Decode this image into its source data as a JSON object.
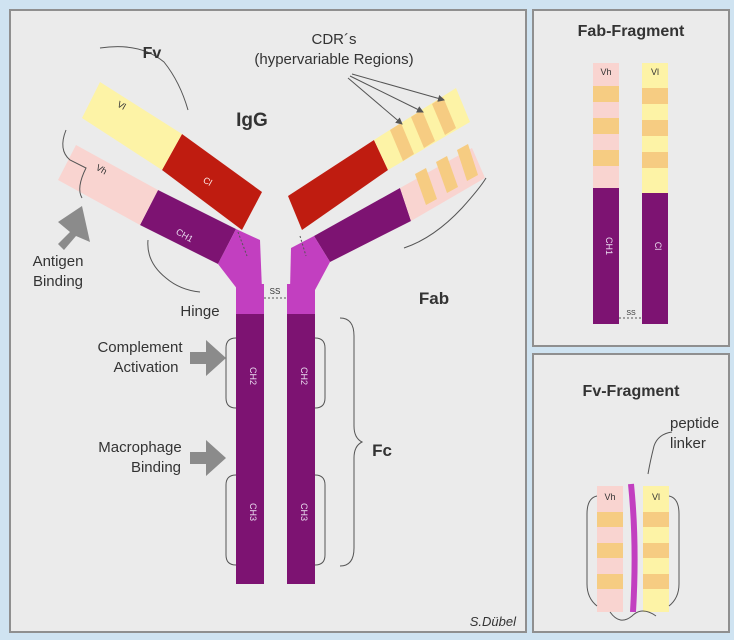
{
  "colors": {
    "background": "#cfe3f1",
    "panel": "#ebebeb",
    "panel_border": "#8f8f8f",
    "heavy_chain": "#7d1372",
    "hinge": "#c23fc0",
    "ch1": "#bf1c10",
    "vl": "#fdf3a6",
    "vh": "#f9d4d0",
    "cdr": "#f6cc82",
    "arrow": "#8b8b8b",
    "text": "#333333"
  },
  "main_panel": {
    "title": "IgG",
    "labels": {
      "fv": "Fv",
      "cdrs_line1": "CDR´s",
      "cdrs_line2": "(hypervariable Regions)",
      "vl": "Vl",
      "vh": "Vh",
      "cl": "Cl",
      "ch1": "CH1",
      "ch2_left": "CH2",
      "ch2_right": "CH2",
      "ch3_left": "CH3",
      "ch3_right": "CH3",
      "ss": "SS",
      "antigen_line1": "Antigen",
      "antigen_line2": "Binding",
      "hinge": "Hinge",
      "complement_line1": "Complement",
      "complement_line2": "Activation",
      "macrophage_line1": "Macrophage",
      "macrophage_line2": "Binding",
      "fab": "Fab",
      "fc": "Fc",
      "signature": "S.Dübel"
    }
  },
  "fab_panel": {
    "title": "Fab-Fragment",
    "labels": {
      "vh": "Vh",
      "vl": "Vl",
      "ch1": "CH1",
      "cl": "Cl",
      "ss": "SS"
    }
  },
  "fv_panel": {
    "title": "Fv-Fragment",
    "labels": {
      "linker_line1": "peptide",
      "linker_line2": "linker",
      "vh": "Vh",
      "vl": "Vl"
    }
  }
}
